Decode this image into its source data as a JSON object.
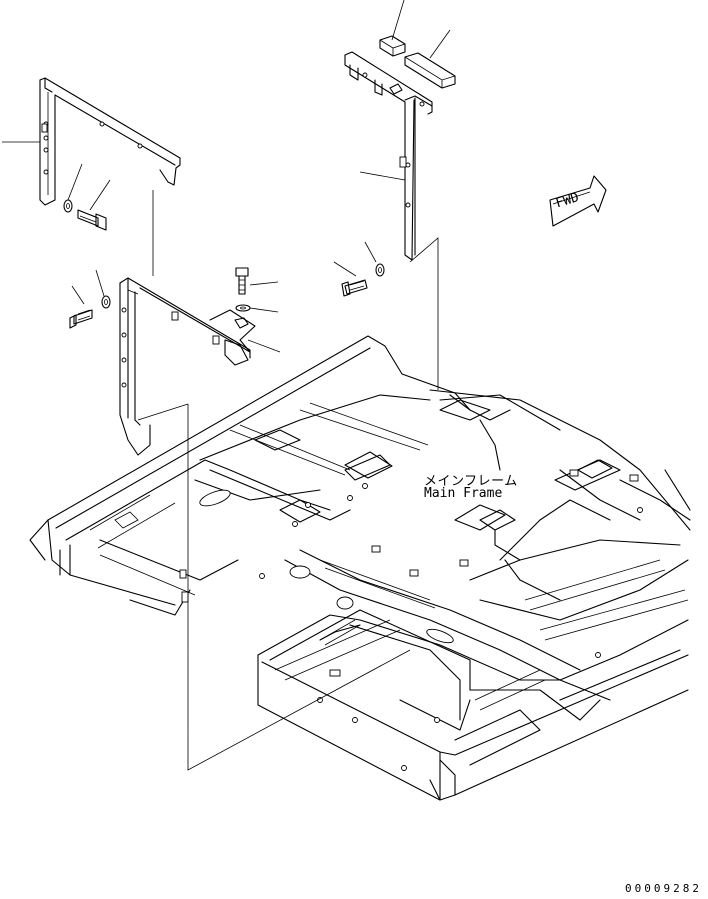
{
  "labels": {
    "main_frame_ja": "メインフレーム",
    "main_frame_en": "Main Frame",
    "forward_indicator": "FWD",
    "drawing_number": "00009282"
  },
  "parts": [
    "left-upper-bracket",
    "left-lower-bracket",
    "center-bracket",
    "pads",
    "bolts",
    "washers",
    "main-frame"
  ]
}
